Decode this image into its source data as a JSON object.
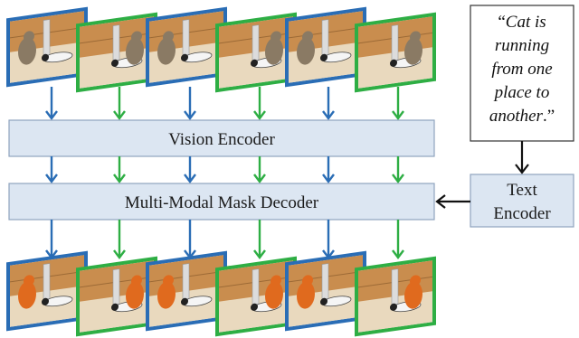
{
  "colors": {
    "blue": "#2a6db5",
    "green": "#2eae44",
    "box_fill": "#dce6f2",
    "box_stroke": "#8fa3bf",
    "cat_orange": "#e06a1e"
  },
  "modules": {
    "vision_encoder": "Vision Encoder",
    "mask_decoder": "Multi-Modal Mask Decoder",
    "text_encoder_line1": "Text",
    "text_encoder_line2": "Encoder"
  },
  "text_prompt": {
    "open_quote": "“",
    "close": ".”",
    "line1": "Cat is",
    "line2": "running",
    "line3": "from one",
    "line4": "place to",
    "line5": "another"
  },
  "frames": {
    "count": 6,
    "border_colors": [
      "blue",
      "green",
      "blue",
      "green",
      "blue",
      "green"
    ]
  },
  "icons": {
    "input_frame": "video-frame-icon",
    "output_frame": "segmented-frame-icon",
    "arrow": "down-arrow-icon"
  }
}
